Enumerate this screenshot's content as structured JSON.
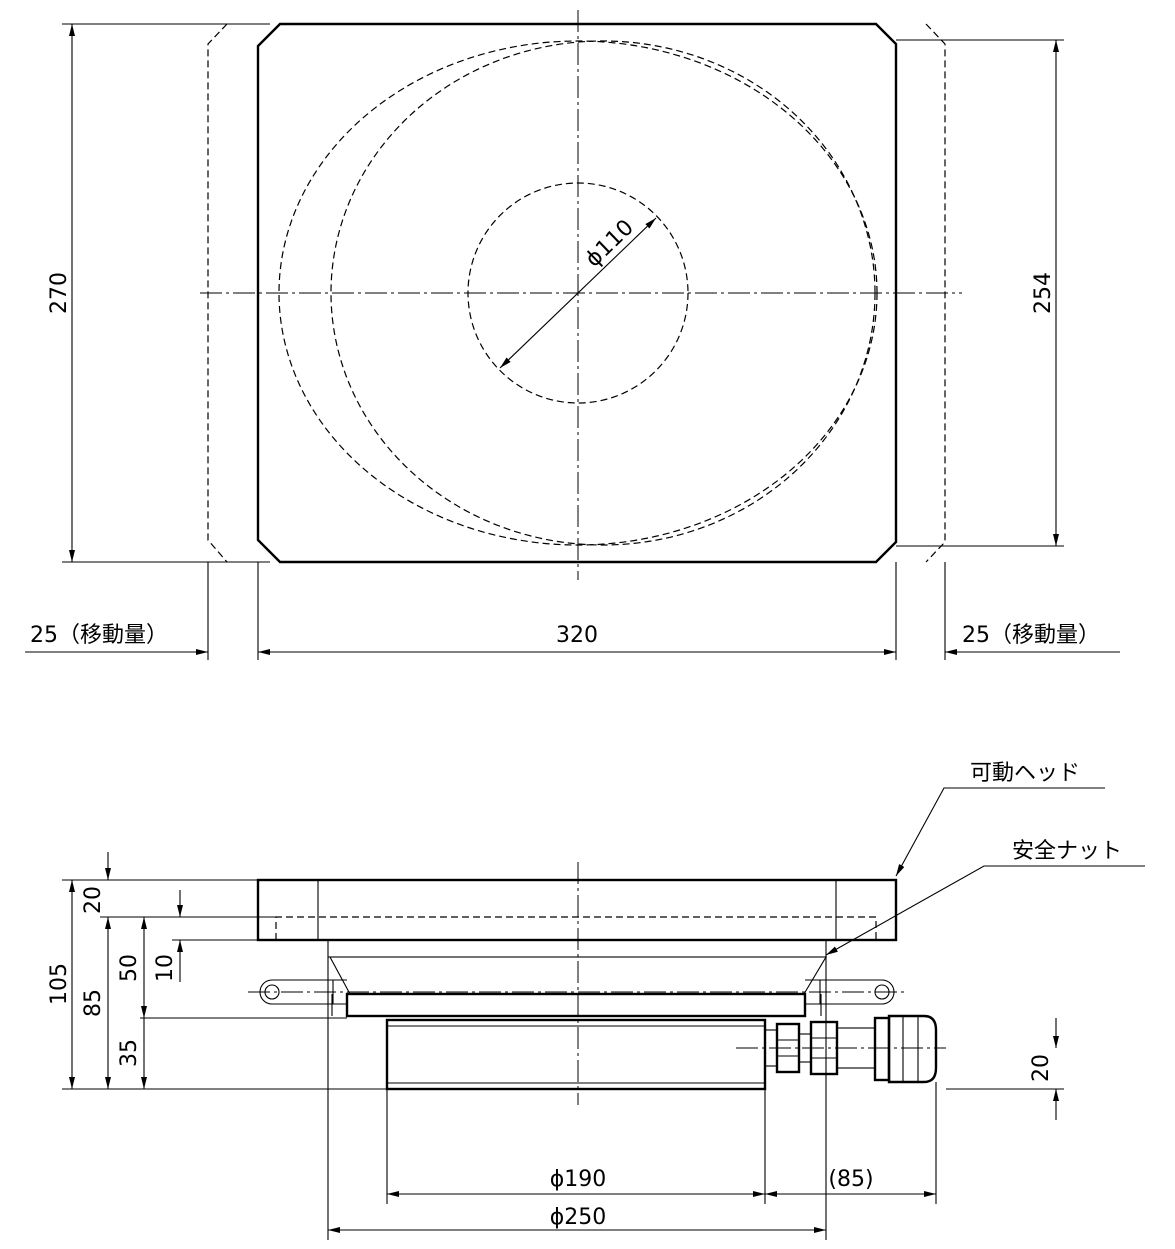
{
  "top_view": {
    "dim_height_total": "270",
    "dim_height_inner": "254",
    "dim_width": "320",
    "dim_travel_left": "25（移動量）",
    "dim_travel_right": "25（移動量）",
    "dim_center_dia": "ϕ110"
  },
  "side_view": {
    "label_head": "可動ヘッド",
    "label_nut": "安全ナット",
    "dim_total_height": "105",
    "dim_head_thickness": "20",
    "dim_85": "85",
    "dim_50": "50",
    "dim_10": "10",
    "dim_35": "35",
    "dim_port_height": "20",
    "dim_body_dia": "ϕ190",
    "dim_flange_dia": "ϕ250",
    "dim_coupler_length": "(85)"
  }
}
